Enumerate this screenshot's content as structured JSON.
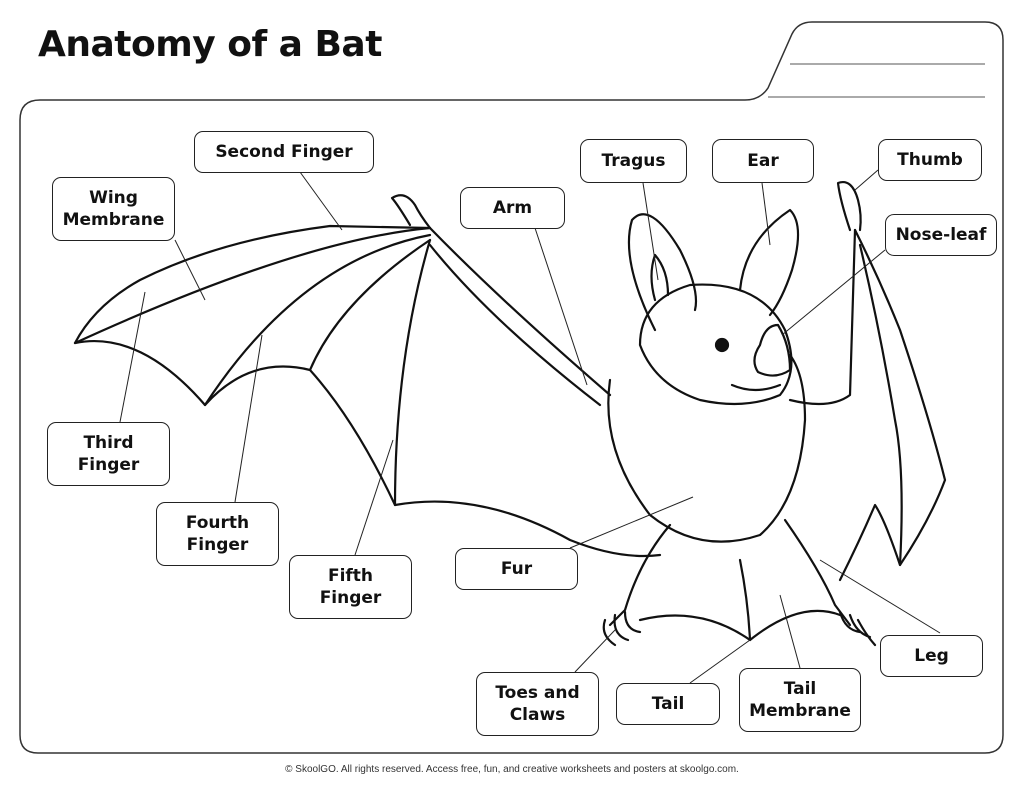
{
  "title": "Anatomy of a Bat",
  "labels": {
    "second_finger": "Second Finger",
    "wing_membrane": "Wing\nMembrane",
    "tragus": "Tragus",
    "ear": "Ear",
    "thumb": "Thumb",
    "arm": "Arm",
    "nose_leaf": "Nose-leaf",
    "third_finger": "Third\nFinger",
    "fourth_finger": "Fourth\nFinger",
    "fifth_finger": "Fifth\nFinger",
    "fur": "Fur",
    "leg": "Leg",
    "toes_and_claws": "Toes and\nClaws",
    "tail": "Tail",
    "tail_membrane": "Tail\nMembrane"
  },
  "footer": "© SkoolGO. All rights reserved. Access free, fun, and creative worksheets and posters at skoolgo.com."
}
